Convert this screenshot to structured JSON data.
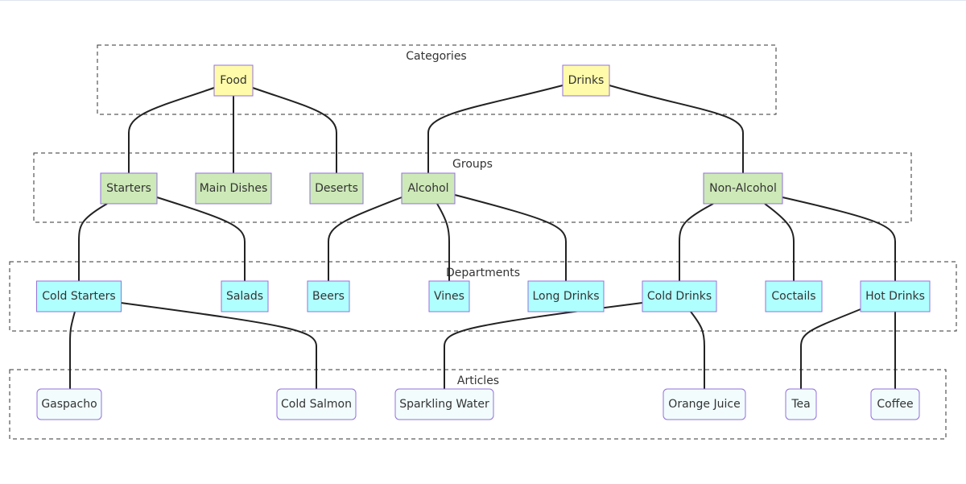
{
  "diagram": {
    "type": "flowchart-top-down",
    "clusters": [
      {
        "id": "categories",
        "label": "Categories"
      },
      {
        "id": "groups",
        "label": "Groups"
      },
      {
        "id": "departments",
        "label": "Departments"
      },
      {
        "id": "articles",
        "label": "Articles"
      }
    ],
    "nodes": [
      {
        "id": "food",
        "label": "Food",
        "cluster": "categories"
      },
      {
        "id": "drinks",
        "label": "Drinks",
        "cluster": "categories"
      },
      {
        "id": "starters",
        "label": "Starters",
        "cluster": "groups"
      },
      {
        "id": "main_dishes",
        "label": "Main Dishes",
        "cluster": "groups"
      },
      {
        "id": "deserts",
        "label": "Deserts",
        "cluster": "groups"
      },
      {
        "id": "alcohol",
        "label": "Alcohol",
        "cluster": "groups"
      },
      {
        "id": "non_alcohol",
        "label": "Non-Alcohol",
        "cluster": "groups"
      },
      {
        "id": "cold_starters",
        "label": "Cold Starters",
        "cluster": "departments"
      },
      {
        "id": "salads",
        "label": "Salads",
        "cluster": "departments"
      },
      {
        "id": "beers",
        "label": "Beers",
        "cluster": "departments"
      },
      {
        "id": "vines",
        "label": "Vines",
        "cluster": "departments"
      },
      {
        "id": "long_drinks",
        "label": "Long Drinks",
        "cluster": "departments"
      },
      {
        "id": "cold_drinks",
        "label": "Cold Drinks",
        "cluster": "departments"
      },
      {
        "id": "coctails",
        "label": "Coctails",
        "cluster": "departments"
      },
      {
        "id": "hot_drinks",
        "label": "Hot Drinks",
        "cluster": "departments"
      },
      {
        "id": "gaspacho",
        "label": "Gaspacho",
        "cluster": "articles"
      },
      {
        "id": "cold_salmon",
        "label": "Cold Salmon",
        "cluster": "articles"
      },
      {
        "id": "sparkling_water",
        "label": "Sparkling Water",
        "cluster": "articles"
      },
      {
        "id": "orange_juice",
        "label": "Orange Juice",
        "cluster": "articles"
      },
      {
        "id": "tea",
        "label": "Tea",
        "cluster": "articles"
      },
      {
        "id": "coffee",
        "label": "Coffee",
        "cluster": "articles"
      }
    ],
    "edges": [
      {
        "from": "food",
        "to": "starters"
      },
      {
        "from": "food",
        "to": "main_dishes"
      },
      {
        "from": "food",
        "to": "deserts"
      },
      {
        "from": "drinks",
        "to": "alcohol"
      },
      {
        "from": "drinks",
        "to": "non_alcohol"
      },
      {
        "from": "starters",
        "to": "cold_starters"
      },
      {
        "from": "starters",
        "to": "salads"
      },
      {
        "from": "alcohol",
        "to": "beers"
      },
      {
        "from": "alcohol",
        "to": "vines"
      },
      {
        "from": "alcohol",
        "to": "long_drinks"
      },
      {
        "from": "non_alcohol",
        "to": "cold_drinks"
      },
      {
        "from": "non_alcohol",
        "to": "coctails"
      },
      {
        "from": "non_alcohol",
        "to": "hot_drinks"
      },
      {
        "from": "cold_starters",
        "to": "gaspacho"
      },
      {
        "from": "cold_starters",
        "to": "cold_salmon"
      },
      {
        "from": "cold_drinks",
        "to": "sparkling_water"
      },
      {
        "from": "cold_drinks",
        "to": "orange_juice"
      },
      {
        "from": "hot_drinks",
        "to": "tea"
      },
      {
        "from": "hot_drinks",
        "to": "coffee"
      }
    ],
    "colors": {
      "category_fill": "#fffbaa",
      "group_fill": "#cde9b8",
      "department_fill": "#b0ffff",
      "article_fill": "#f2fcfd",
      "node_border": "#9370DB",
      "edge": "#222222",
      "text": "#333333"
    }
  }
}
